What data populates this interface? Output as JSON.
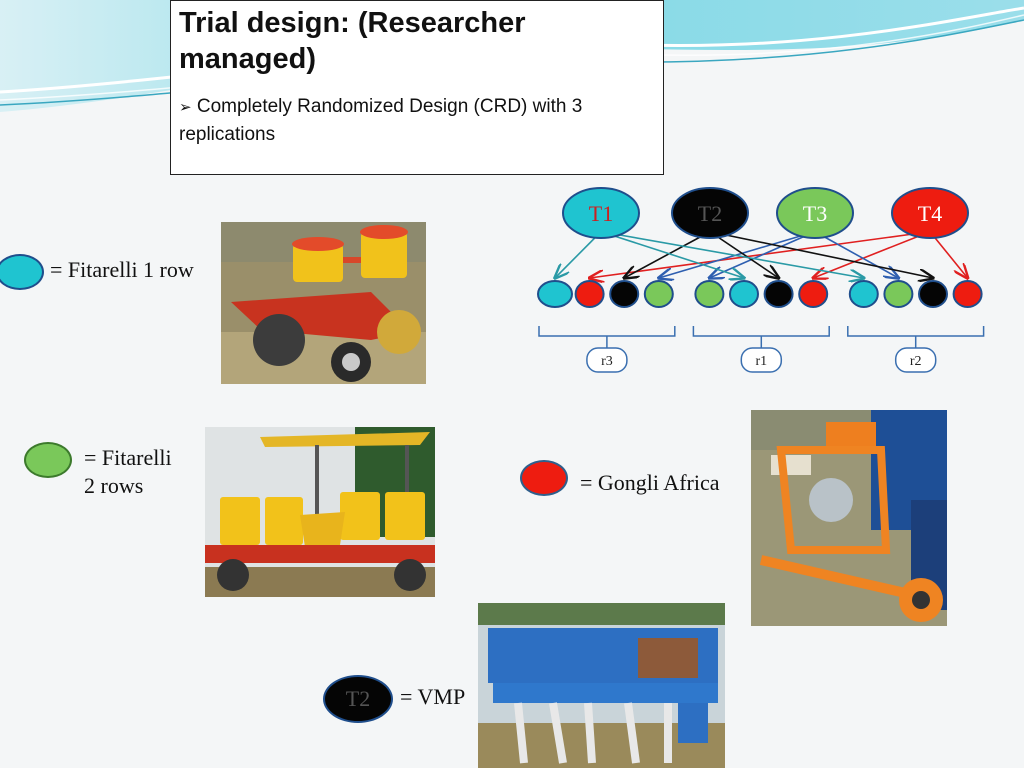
{
  "slide": {
    "title": "Trial design: (Researcher managed)",
    "bullet_marker": "➢",
    "bullet": "Completely Randomized Design (CRD) with 3 replications"
  },
  "legend": {
    "fitarelli1": "= Fitarelli 1 row",
    "fitarelli2_line1": "= Fitarelli",
    "fitarelli2_line2": "2 rows",
    "gongli": "= Gongli Africa",
    "vmp_node": "T2",
    "vmp": "= VMP"
  },
  "colors": {
    "T1": "#1fc4d0",
    "T2": "#050505",
    "T3": "#7ac85a",
    "T4": "#ee1c10",
    "node_border": "#1f4e8c",
    "arrow_T1": "#2a9aa6",
    "arrow_T2": "#111111",
    "arrow_T3": "#2e5fb0",
    "arrow_T4": "#e02020"
  },
  "treatments": [
    {
      "id": "T1",
      "label": "T1",
      "color": "#1fc4d0",
      "text_color": "#cc2020"
    },
    {
      "id": "T2",
      "label": "T2",
      "color": "#050505",
      "text_color": "#555555"
    },
    {
      "id": "T3",
      "label": "T3",
      "color": "#7ac85a",
      "text_color": "#ffffff"
    },
    {
      "id": "T4",
      "label": "T4",
      "color": "#ee1c10",
      "text_color": "#ffffff"
    }
  ],
  "plots": [
    "T1",
    "T4",
    "T2",
    "T3",
    "T3",
    "T1",
    "T2",
    "T4",
    "T1",
    "T3",
    "T2",
    "T4"
  ],
  "replications": [
    "r3",
    "r1",
    "r2"
  ],
  "photos": [
    {
      "name": "fitarelli-1-row-photo",
      "subject": "red and yellow single-row planter"
    },
    {
      "name": "fitarelli-2-rows-photo",
      "subject": "yellow two-row planter on tractor"
    },
    {
      "name": "gongli-africa-photo",
      "subject": "orange Gongli Africa planter"
    },
    {
      "name": "vmp-photo",
      "subject": "blue VMP planter"
    }
  ]
}
